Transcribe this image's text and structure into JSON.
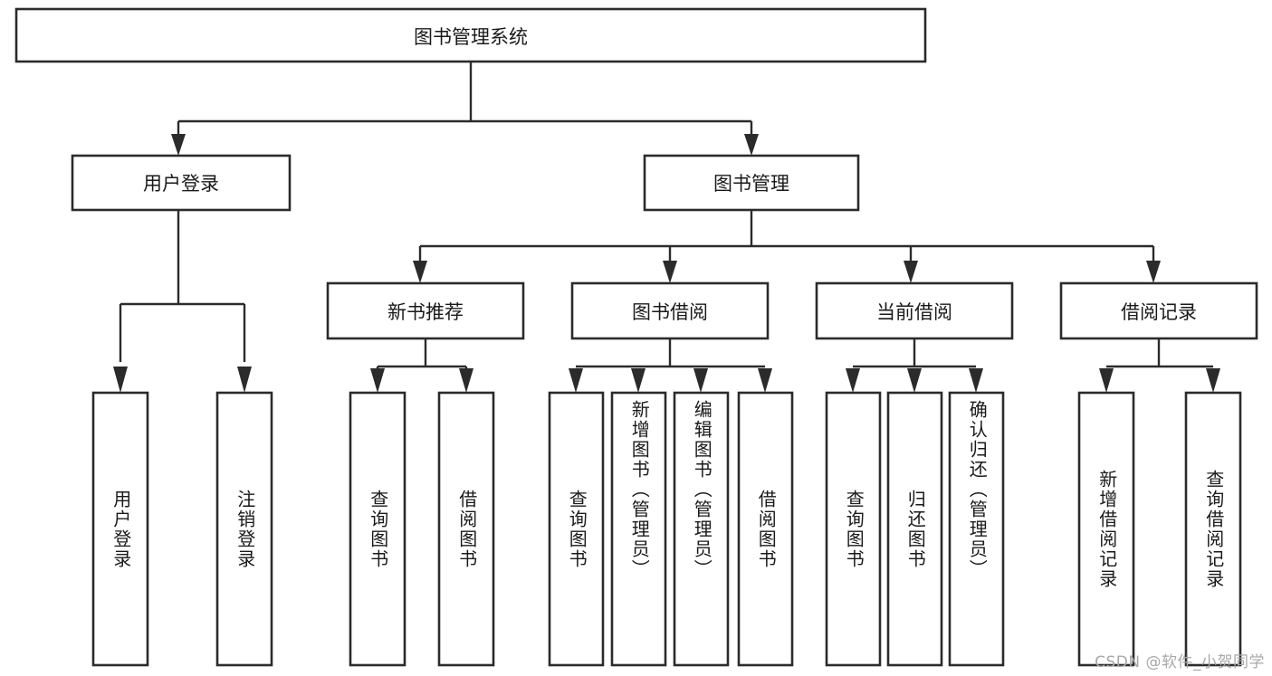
{
  "diagram": {
    "type": "tree",
    "title": "图书管理系统",
    "root": {
      "id": "root",
      "label": "图书管理系统",
      "level": 0
    },
    "level1": [
      {
        "id": "user-login",
        "label": "用户登录"
      },
      {
        "id": "book-manage",
        "label": "图书管理"
      }
    ],
    "level2": [
      {
        "id": "new-book-recommend",
        "label": "新书推荐",
        "parent": "book-manage"
      },
      {
        "id": "book-borrow",
        "label": "图书借阅",
        "parent": "book-manage"
      },
      {
        "id": "current-borrow",
        "label": "当前借阅",
        "parent": "book-manage"
      },
      {
        "id": "borrow-record",
        "label": "借阅记录",
        "parent": "book-manage"
      }
    ],
    "leaves": {
      "user-login": [
        {
          "id": "leaf-user-login",
          "label": "用户登录"
        },
        {
          "id": "leaf-user-logout",
          "label": "注销登录"
        }
      ],
      "new-book-recommend": [
        {
          "id": "leaf-query-book-1",
          "label": "查询图书"
        },
        {
          "id": "leaf-borrow-book-1",
          "label": "借阅图书"
        }
      ],
      "book-borrow": [
        {
          "id": "leaf-query-book-2",
          "label": "查询图书"
        },
        {
          "id": "leaf-add-book",
          "label": "新增图书（管理员）"
        },
        {
          "id": "leaf-edit-book",
          "label": "编辑图书（管理员）"
        },
        {
          "id": "leaf-borrow-book-2",
          "label": "借阅图书"
        }
      ],
      "current-borrow": [
        {
          "id": "leaf-query-book-3",
          "label": "查询图书"
        },
        {
          "id": "leaf-return-book",
          "label": "归还图书"
        },
        {
          "id": "leaf-confirm-return",
          "label": "确认归还（管理员）"
        }
      ],
      "borrow-record": [
        {
          "id": "leaf-add-record",
          "label": "新增借阅记录"
        },
        {
          "id": "leaf-query-record",
          "label": "查询借阅记录"
        }
      ]
    }
  },
  "watermark": {
    "text": "CSDN @软件_小贺同学"
  },
  "colors": {
    "stroke": "#2b2b2b",
    "fill": "#ffffff",
    "text": "#1a1a1a",
    "watermark": "#a8a8a8"
  }
}
